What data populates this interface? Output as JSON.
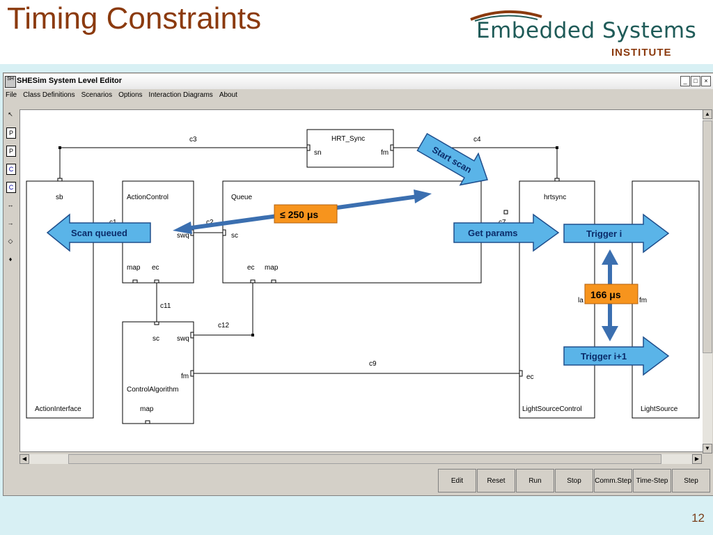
{
  "slide": {
    "title": "Timing Constraints",
    "logo_main": "Embedded Systems",
    "logo_sub": "INSTITUTE",
    "page_number": "12"
  },
  "window": {
    "title": "SHESim System Level Editor",
    "app_icon": "SH",
    "buttons": [
      "_",
      "□",
      "×"
    ]
  },
  "menu": [
    "File",
    "Class Definitions",
    "Scenarios",
    "Options",
    "Interaction Diagrams",
    "About"
  ],
  "toolbox": {
    "items": [
      {
        "icon": "select-arrow-icon",
        "glyph": "↖"
      },
      {
        "icon": "p-icon",
        "glyph": "P"
      },
      {
        "icon": "p-double-icon",
        "glyph": "P"
      },
      {
        "icon": "c-icon",
        "glyph": "C"
      },
      {
        "icon": "c-double-icon",
        "glyph": "C"
      },
      {
        "icon": "connector-icon",
        "glyph": "↔"
      },
      {
        "icon": "line-icon",
        "glyph": "→"
      },
      {
        "icon": "eraser-icon",
        "glyph": "◇"
      },
      {
        "icon": "pin-icon",
        "glyph": "♦"
      }
    ]
  },
  "diagram": {
    "objects": {
      "action_interface": "ActionInterface",
      "action_control": "ActionControl",
      "queue": "Queue",
      "hrt_sync": "HRT_Sync",
      "control_algorithm": "ControlAlgorithm",
      "light_source_control": "LightSourceControl",
      "light_source": "LightSource"
    },
    "ports": {
      "sb": "sb",
      "c1": "c1",
      "swq": "swq",
      "map": "map",
      "ec": "ec",
      "c2": "c2",
      "sc": "sc",
      "sn": "sn",
      "fm": "fm",
      "hrtsync": "hrtsync",
      "c7": "c7",
      "la": "la",
      "q_ec": "ec",
      "q_map": "map",
      "ca_sc": "sc",
      "ca_swq": "swq",
      "ca_fm": "fm",
      "ca_map": "map",
      "lsc_ec": "ec",
      "ls_fm": "fm"
    },
    "channels": {
      "c3": "c3",
      "c4": "c4",
      "c11": "c11",
      "c12": "c12",
      "c9": "c9"
    },
    "annotations": {
      "start_scan": "Start scan",
      "scan_queued": "Scan queued",
      "get_params": "Get params",
      "trigger_i": "Trigger i",
      "trigger_i1": "Trigger i+1",
      "constraint_250": "≤ 250 μs",
      "constraint_166": "166 μs"
    },
    "colors": {
      "arrow_fill": "#5ab4e8",
      "arrow_stroke": "#1f4e8c",
      "callout_fill": "#f7941d",
      "timing_arrow": "#3b6fb0"
    }
  },
  "sim_buttons": [
    "Edit",
    "Reset",
    "Run",
    "Stop",
    "Comm.Step",
    "Time-Step",
    "Step"
  ],
  "colors": {
    "title": "#8B3A0E",
    "slide_bg": "#d8f0f4"
  }
}
